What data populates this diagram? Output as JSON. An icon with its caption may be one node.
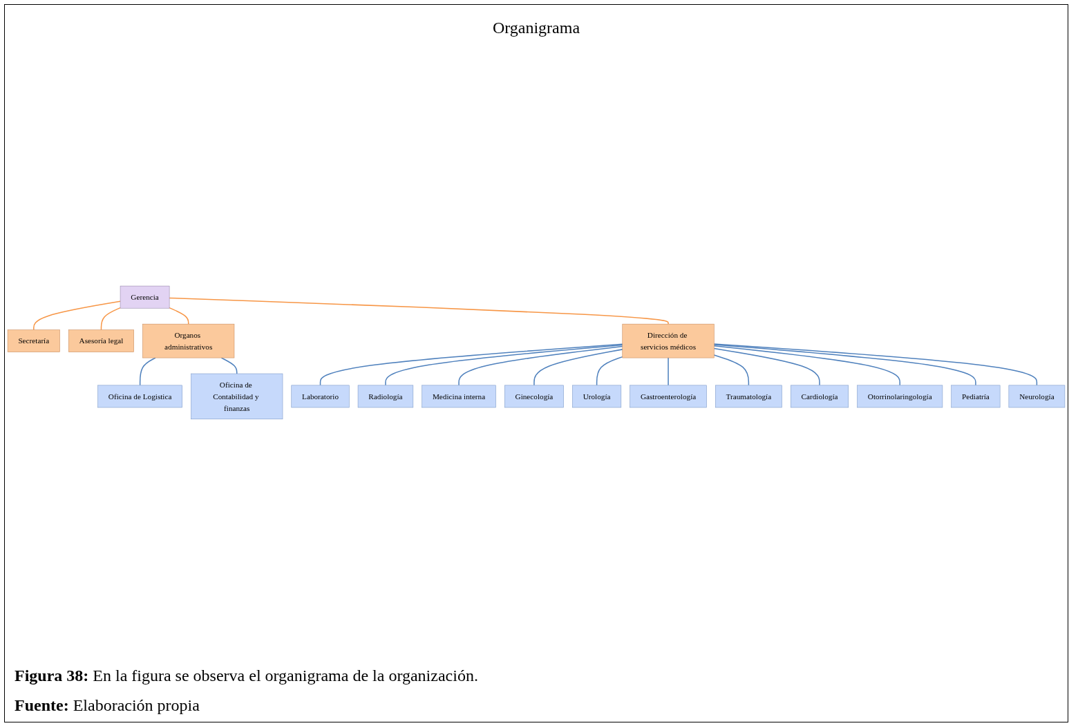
{
  "diagram": {
    "title": "Organigrama",
    "nodes": [
      {
        "text": [
          "Gerencia"
        ]
      },
      {
        "text": [
          "Secretaría"
        ]
      },
      {
        "text": [
          "Asesoría legal"
        ]
      },
      {
        "text": [
          "Organos administrativos"
        ]
      },
      {
        "text": [
          "Dirección de servicios médicos"
        ]
      },
      {
        "text": [
          "Oficina de Logistica"
        ]
      },
      {
        "text": [
          "Oficina de Contabilidad y finanzas"
        ]
      },
      {
        "text": [
          "Laboratorio"
        ]
      },
      {
        "text": [
          "Radiología"
        ]
      },
      {
        "text": [
          "Medicina interna"
        ]
      },
      {
        "text": [
          "Ginecología"
        ]
      },
      {
        "text": [
          "Urología"
        ]
      },
      {
        "text": [
          "Gastroenterología"
        ]
      },
      {
        "text": [
          "Traumatología"
        ]
      },
      {
        "text": [
          "Cardiología"
        ]
      },
      {
        "text": [
          "Otorrinolaringología"
        ]
      },
      {
        "text": [
          "Pediatría"
        ]
      },
      {
        "text": [
          "Neurología"
        ]
      }
    ],
    "edges": [
      {
        "from": 0,
        "to": 1,
        "arrow": "none",
        "color": "#f79646"
      },
      {
        "from": 0,
        "to": 2,
        "arrow": "none",
        "color": "#f79646"
      },
      {
        "from": 0,
        "to": 3,
        "arrow": "none",
        "color": "#f79646"
      },
      {
        "from": 0,
        "to": 4,
        "arrow": "none",
        "color": "#f79646"
      },
      {
        "from": 3,
        "to": 5,
        "arrow": "none"
      },
      {
        "from": 3,
        "to": 6,
        "arrow": "none"
      },
      {
        "from": 4,
        "to": 7,
        "arrow": "none"
      },
      {
        "from": 4,
        "to": 8,
        "arrow": "none"
      },
      {
        "from": 4,
        "to": 9,
        "arrow": "none"
      },
      {
        "from": 4,
        "to": 10,
        "arrow": "none"
      },
      {
        "from": 4,
        "to": 11,
        "arrow": "none"
      },
      {
        "from": 4,
        "to": 12,
        "arrow": "none"
      },
      {
        "from": 4,
        "to": 13,
        "arrow": "none"
      },
      {
        "from": 4,
        "to": 14,
        "arrow": "none"
      },
      {
        "from": 4,
        "to": 15,
        "arrow": "none"
      },
      {
        "from": 4,
        "to": 16,
        "arrow": "none"
      },
      {
        "from": 4,
        "to": 17,
        "arrow": "none"
      }
    ],
    "caption": "**Figura 38:** En la figura se observa el organigrama de la organización.",
    "labels": [
      "**Fuente:** Elaboración propia"
    ]
  }
}
